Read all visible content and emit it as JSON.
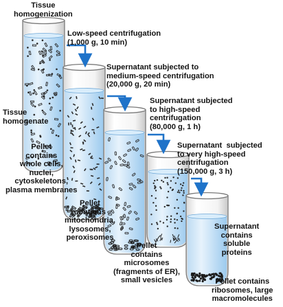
{
  "title_text": "Tissue\nhomogenization",
  "side_label": "Tissue\nhomogenate",
  "steps": [
    "Low-speed centrifugation\n(1,000 g, 10 min)",
    "Supernatant subjected to\nmedium-speed centrifugation\n(20,000 g, 20 min)",
    "Supernatant subjected\nto high-speed\ncentrifugation\n(80,000 g, 1 h)",
    "Supernatant  subjected\nto very high-speed\ncentrifugation\n(150,000 g, 3 h)"
  ],
  "pellets": [
    "Pellet\ncontains\nwhole cells,\nnuclei,\ncytoskeletons,\nplasma membranes",
    "Pellet\ncontains\nmitochondria,\nlysosomes,\nperoxisomes",
    "Pellet\ncontains\nmicrosomes\n(fragments of ER),\nsmall vesicles",
    "Pellet contains\nribosomes, large\nmacromolecules"
  ],
  "supernatant_label": "Supernatant\ncontains\nsoluble\nproteins",
  "colors": {
    "liquid_light": "#cfe6f7",
    "liquid_dark": "#8ec2ea",
    "arrow": "#1f73c9",
    "pellet_dark": "#1c1c1c"
  }
}
